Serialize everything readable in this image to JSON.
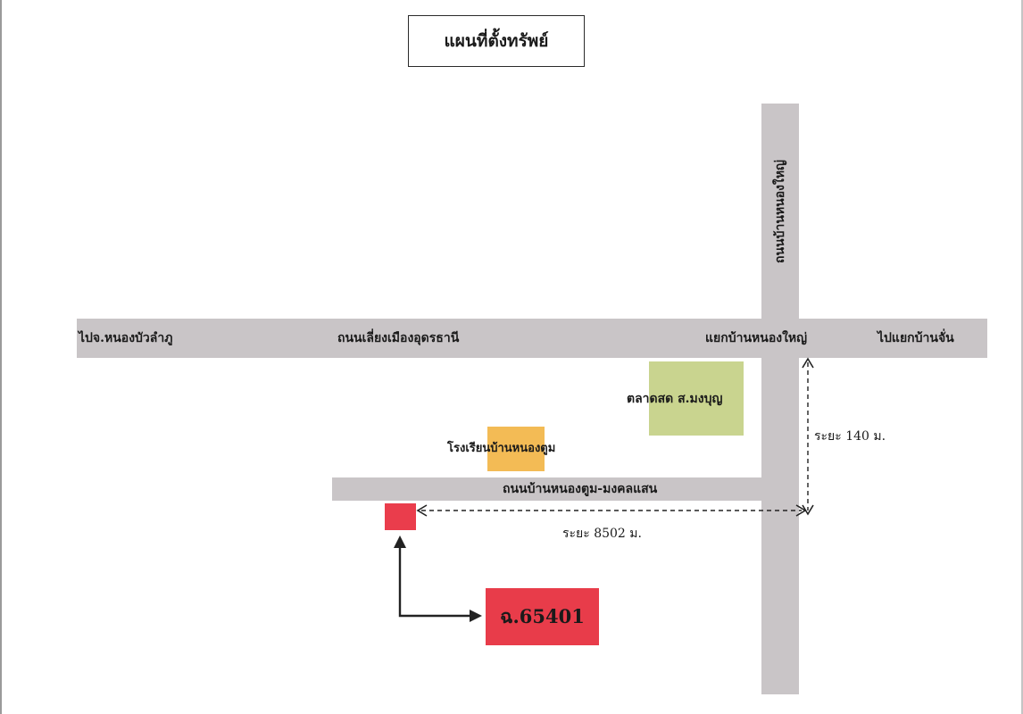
{
  "title": "แผนที่ตั้งทรัพย์",
  "roads": {
    "main_road": "ถนนเลี่ยงเมืองอุดรธานี",
    "vertical_road": "ถนนบ้านหนองใหญ่",
    "sub_road": "ถนนบ้านหนองตูม-มงคลแสน"
  },
  "directions": {
    "west": "ไปจ.หนองบัวลำภู",
    "east": "ไปแยกบ้านจั่น",
    "junction": "แยกบ้านหนองใหญ่"
  },
  "landmarks": {
    "market": "ตลาดสด ส.มงบุญ",
    "school": "โรงเรียนบ้านหนองตูม"
  },
  "distances": {
    "from_junction": "ระยะ 140 ม.",
    "along_sub_road": "ระยะ 8502 ม."
  },
  "property": {
    "parcel_id": "ฉ.65401"
  },
  "colors": {
    "road": "#c9c5c7",
    "market": "#c9d48f",
    "school": "#f3bb55",
    "property": "#ea3d4c"
  }
}
